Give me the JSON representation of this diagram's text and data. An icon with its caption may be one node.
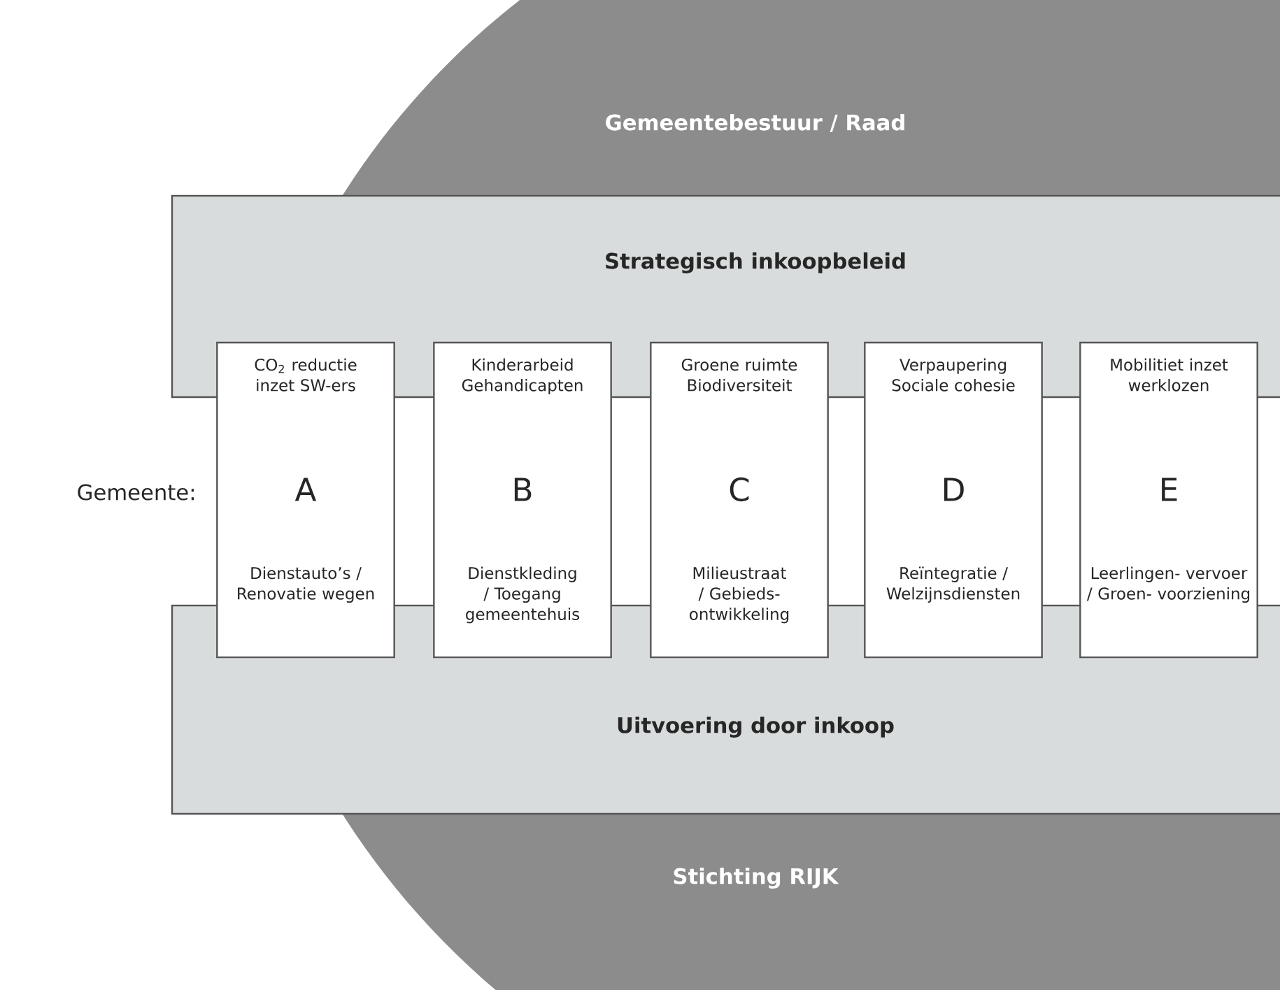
{
  "diagram": {
    "nodes": [
      {
        "text": [
          "Gemeentebestuur / Raad"
        ]
      },
      {
        "text": [
          "Strategisch inkoopbeleid"
        ]
      },
      {
        "text": [
          "CO$_{2}$ reductie inzet SW-ers",
          "A",
          "Dienstauto’s / Renovatie wegen"
        ]
      },
      {
        "text": [
          "Kinderarbeid Gehandicapten",
          "B",
          "Dienstkleding / Toegang gemeentehuis"
        ]
      },
      {
        "text": [
          "Groene ruimte Biodiversiteit",
          "C",
          "Milieustraat / Gebieds- ontwikkeling"
        ]
      },
      {
        "text": [
          "Verpaupering Sociale cohesie",
          "D",
          "Reïntegratie / Welzijnsdiensten"
        ]
      },
      {
        "text": [
          "Mobilitiet inzet werklozen",
          "E",
          "Leerlingen- vervoer / Groen- voorziening"
        ]
      },
      {
        "text": [
          "Uitvoering door inkoop"
        ]
      },
      {
        "text": [
          "Stichting RIJK"
        ]
      }
    ],
    "labels": [
      "Gemeente:"
    ]
  }
}
